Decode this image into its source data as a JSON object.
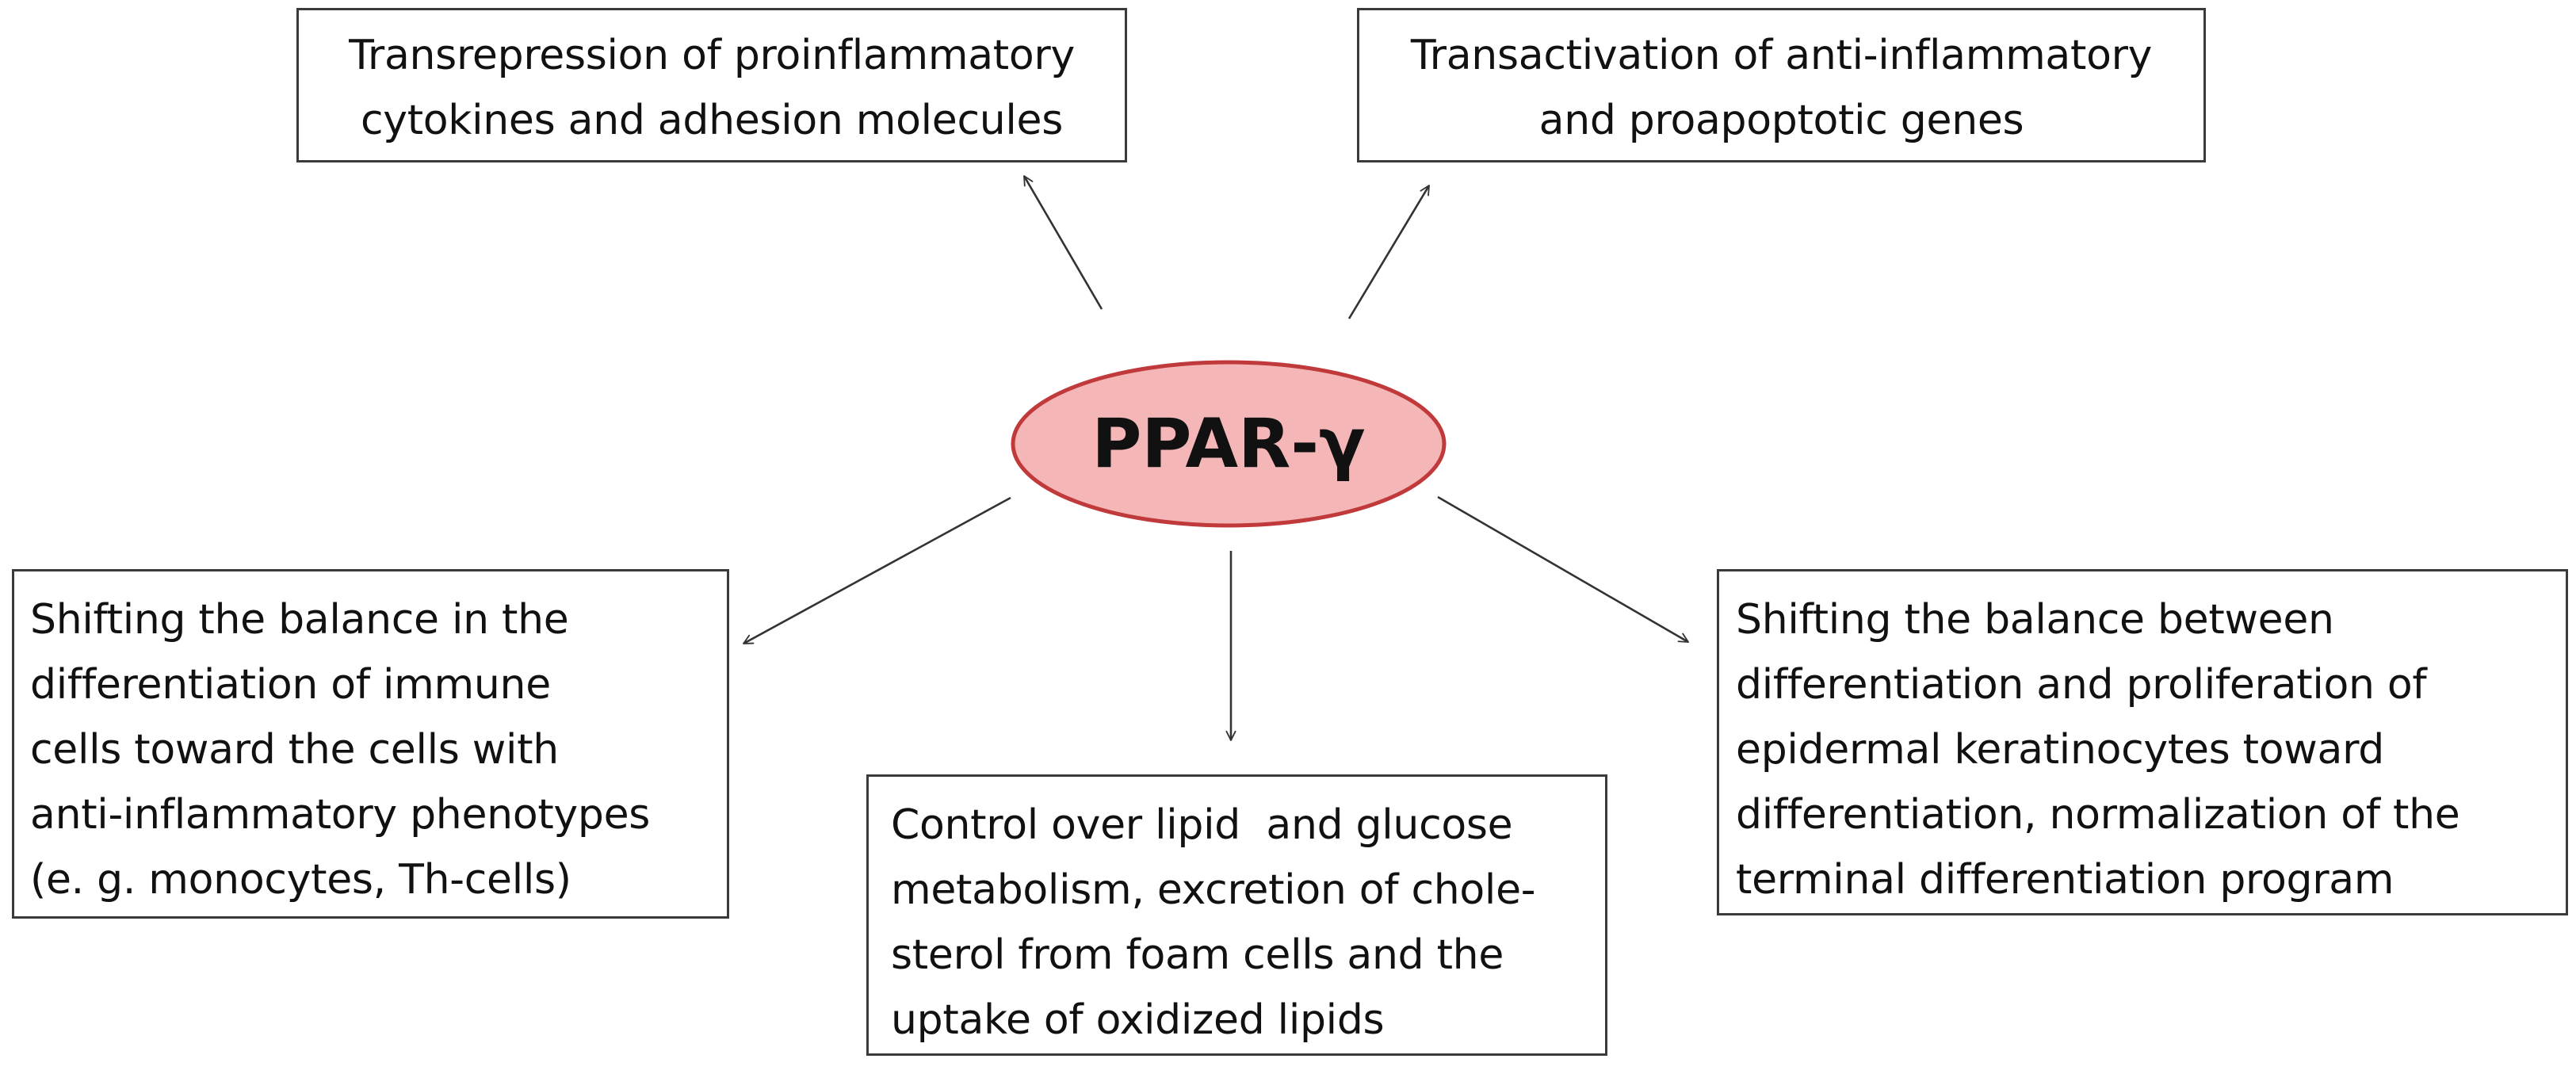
{
  "diagram": {
    "hub": {
      "label": "PPAR-γ",
      "fill": "#f4b6b6",
      "stroke": "#c0393b"
    },
    "boxes": {
      "top_left": [
        "Transrepression of proinflammatory",
        "cytokines and adhesion molecules"
      ],
      "top_right": [
        "Transactivation of anti-inflammatory",
        "and proapoptotic genes"
      ],
      "mid_left": [
        "Shifting the balance in the",
        "differentiation of immune",
        "cells toward the cells with",
        "anti-inflammatory phenotypes",
        "(e. g. monocytes, Th-cells)"
      ],
      "mid_right": [
        "Shifting the balance between",
        "differentiation and proliferation of",
        "epidermal keratinocytes toward",
        "differentiation, normalization of the",
        "terminal differentiation program"
      ],
      "bottom": [
        "Control over lipid  and glucose",
        "metabolism, excretion of chole-",
        "sterol from foam cells and the",
        "uptake of oxidized lipids"
      ]
    },
    "arrow_color": "#333333"
  }
}
